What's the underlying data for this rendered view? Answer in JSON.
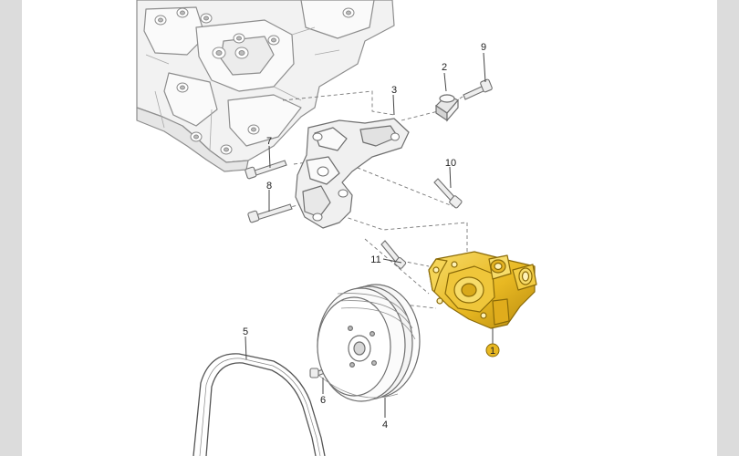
{
  "callouts": {
    "c1": "1",
    "c2": "2",
    "c3": "3",
    "c4": "4",
    "c5": "5",
    "c6": "6",
    "c7": "7",
    "c8": "8",
    "c9": "9",
    "c10": "10",
    "c11": "11"
  },
  "colors": {
    "pump": "#e8b822",
    "pump_dark": "#b98c10",
    "line": "#555555",
    "engine_fill": "#f2f2f2",
    "engine_line": "#9a9a9a",
    "gutter": "#dcdcdc"
  }
}
